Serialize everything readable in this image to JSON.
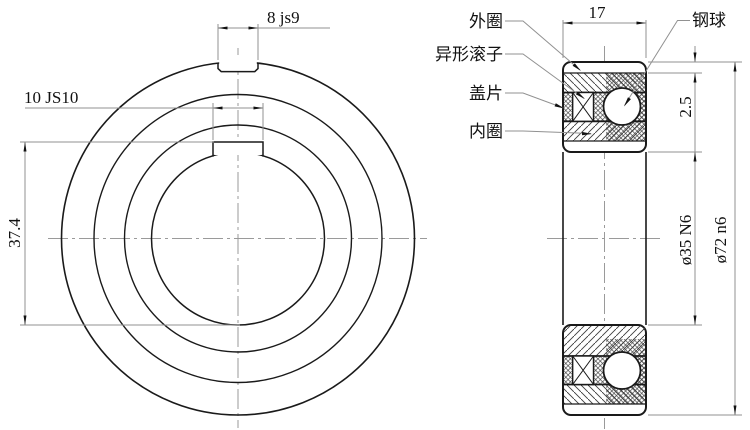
{
  "front_view": {
    "dim_od_keyway_width": "8 js9",
    "dim_bore_keyway_width": "10 JS10",
    "dim_keyway_depth": "37.4"
  },
  "section_view": {
    "dim_width": "17",
    "dim_keyway_depth": "2.5",
    "dim_bore": "ø35 N6",
    "dim_outer": "ø72 n6",
    "labels": {
      "outer_ring": "外圈",
      "roller": "异形滚子",
      "shield": "盖片",
      "inner_ring": "内圈",
      "ball": "钢球"
    }
  },
  "colors": {
    "outline": "#1a1a1a",
    "hatch": "#3c3c3c",
    "dimension_line": "#919191",
    "background": "#ffffff"
  }
}
